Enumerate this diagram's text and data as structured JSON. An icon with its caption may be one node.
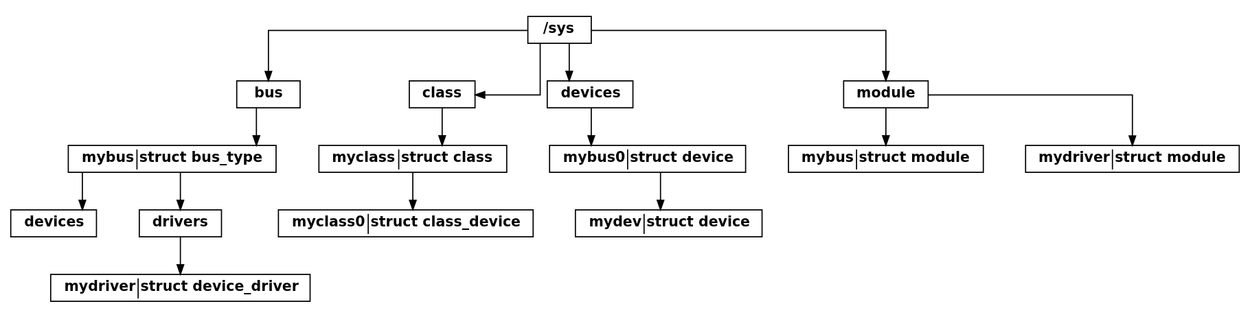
{
  "diagram": {
    "nodes": [
      {
        "text": [
          "/sys"
        ]
      },
      {
        "text": [
          "bus"
        ]
      },
      {
        "text": [
          "class"
        ]
      },
      {
        "text": [
          "devices"
        ]
      },
      {
        "text": [
          "module"
        ]
      },
      {
        "text": [
          "mybus",
          "struct bus_type"
        ]
      },
      {
        "text": [
          "devices"
        ]
      },
      {
        "text": [
          "drivers"
        ]
      },
      {
        "text": [
          "mydriver",
          "struct device_driver"
        ]
      },
      {
        "text": [
          "myclass",
          "struct class"
        ]
      },
      {
        "text": [
          "myclass0",
          "struct class_device"
        ]
      },
      {
        "text": [
          "mybus0",
          "struct device"
        ]
      },
      {
        "text": [
          "mydev",
          "struct device"
        ]
      },
      {
        "text": [
          "mybus",
          "struct module"
        ]
      },
      {
        "text": [
          "mydriver",
          "struct module"
        ]
      }
    ],
    "edges": [
      {
        "from": 0,
        "to": 1,
        "arrow": "to"
      },
      {
        "from": 0,
        "to": 2,
        "arrow": "to"
      },
      {
        "from": 0,
        "to": 3,
        "arrow": "to"
      },
      {
        "from": 0,
        "to": 4,
        "arrow": "to"
      },
      {
        "from": 1,
        "to": 5,
        "arrow": "to"
      },
      {
        "from": 5,
        "to": 6,
        "arrow": "to"
      },
      {
        "from": 5,
        "to": 7,
        "arrow": "to"
      },
      {
        "from": 7,
        "to": 8,
        "arrow": "to"
      },
      {
        "from": 2,
        "to": 9,
        "arrow": "to"
      },
      {
        "from": 9,
        "to": 10,
        "arrow": "to"
      },
      {
        "from": 3,
        "to": 11,
        "arrow": "to"
      },
      {
        "from": 11,
        "to": 12,
        "arrow": "to"
      },
      {
        "from": 4,
        "to": 13,
        "arrow": "to"
      },
      {
        "from": 4,
        "to": 14,
        "arrow": "to"
      }
    ]
  }
}
